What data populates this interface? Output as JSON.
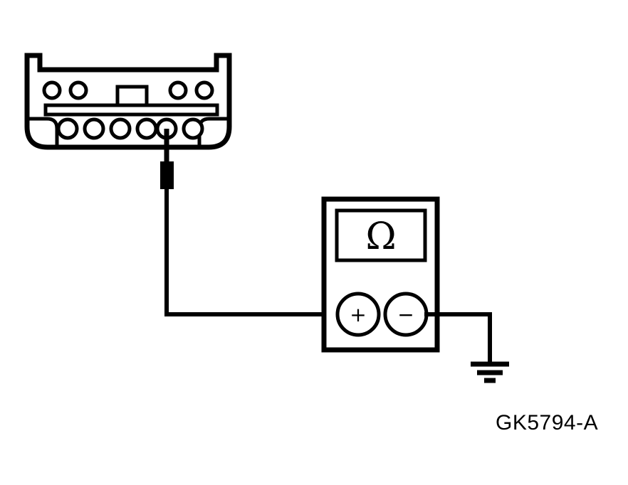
{
  "figure": {
    "title": "Resistance measurement across connector pin to ground",
    "reference_label": "GK5794-A",
    "background_color": "#ffffff",
    "line_color": "#000000"
  },
  "connector": {
    "name": "electrical-connector",
    "top_pin_row": {
      "left_pins": 2,
      "right_pins": 2,
      "center_tab": "keying-tab"
    },
    "bottom_pin_row": {
      "pin_count": 6,
      "probed_pin_index": 5
    },
    "divider_bar": "contact-retainer-bar"
  },
  "probe": {
    "name": "test-probe",
    "label": ""
  },
  "meter": {
    "name": "ohmmeter",
    "display_symbol": "Ω",
    "terminals": [
      {
        "name": "positive-terminal",
        "symbol": "+"
      },
      {
        "name": "negative-terminal",
        "symbol": "−"
      }
    ]
  },
  "ground": {
    "name": "chassis-ground",
    "bar_count": 3
  },
  "wires": [
    {
      "name": "probe-to-positive-wire",
      "from": "connector-pin-5",
      "to": "positive-terminal"
    },
    {
      "name": "negative-to-ground-wire",
      "from": "negative-terminal",
      "to": "chassis-ground"
    }
  ]
}
